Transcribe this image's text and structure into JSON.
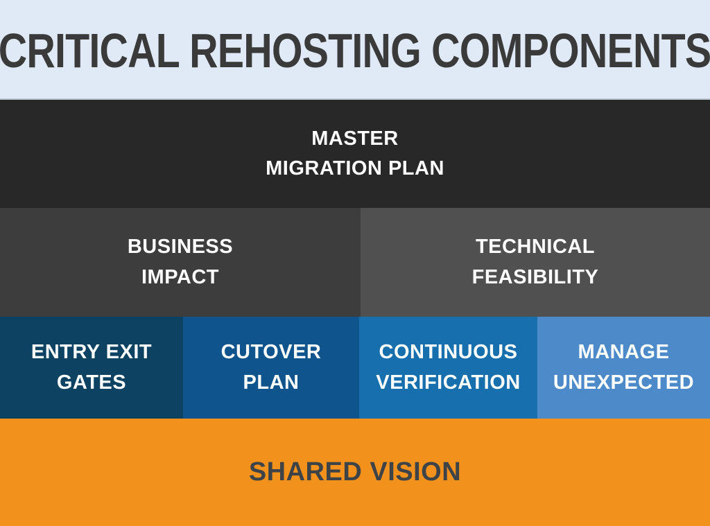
{
  "title": "CRITICAL REHOSTING COMPONENTS",
  "blocks": {
    "master": {
      "lines": [
        "MASTER",
        "MIGRATION PLAN"
      ]
    },
    "business": {
      "lines": [
        "BUSINESS",
        "IMPACT"
      ]
    },
    "technical": {
      "lines": [
        "TECHNICAL",
        "FEASIBILITY"
      ]
    },
    "entry_exit_gates": {
      "lines": [
        "ENTRY EXIT",
        "GATES"
      ]
    },
    "cutover_plan": {
      "lines": [
        "CUTOVER",
        "PLAN"
      ]
    },
    "continuous_verification": {
      "lines": [
        "CONTINUOUS",
        "VERIFICATION"
      ]
    },
    "manage_unexpected": {
      "lines": [
        "MANAGE",
        "UNEXPECTED"
      ]
    },
    "shared_vision": {
      "label": "SHARED VISION"
    }
  },
  "colors": {
    "header_bg": "#e0eaf6",
    "title_text": "#3a3a3a",
    "master_bg": "#282828",
    "business_bg": "#3d3d3d",
    "technical_bg": "#505050",
    "entry_bg": "#0d4263",
    "cutover_bg": "#10548e",
    "verification_bg": "#176fad",
    "manage_bg": "#4c8ac9",
    "shared_bg": "#f2921d",
    "shared_text": "#3e4347",
    "cell_text": "#ffffff"
  }
}
